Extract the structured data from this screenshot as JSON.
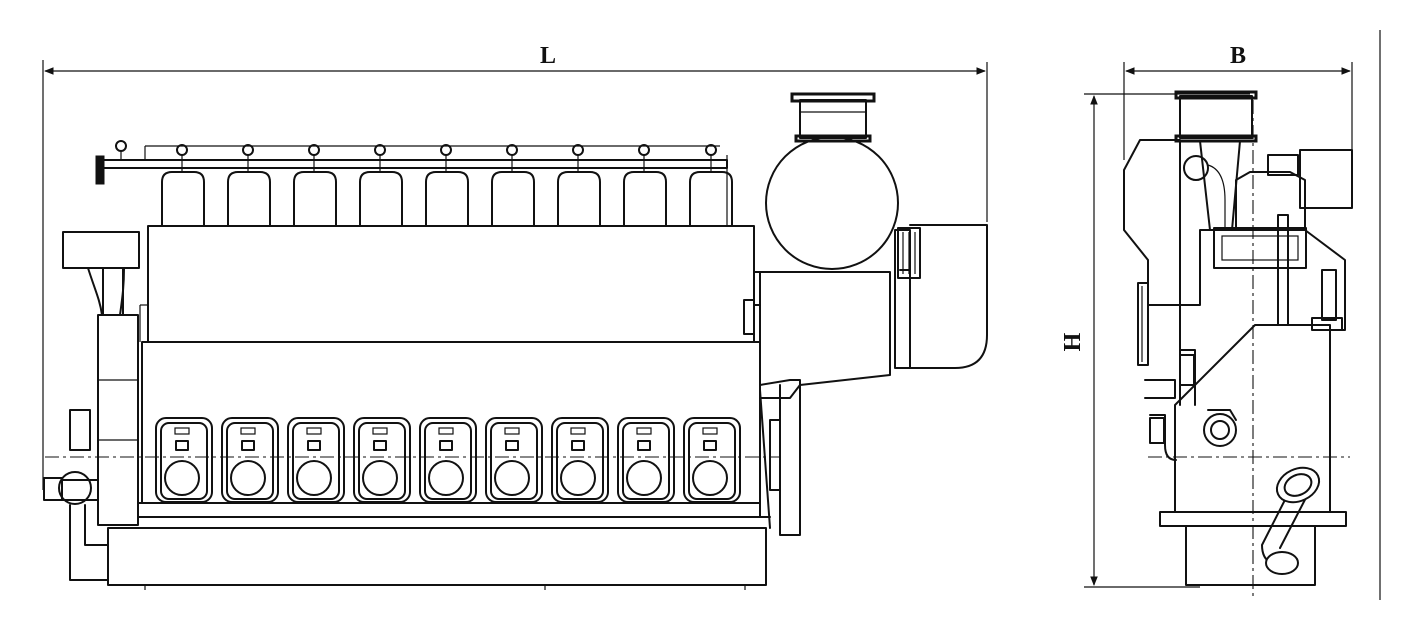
{
  "diagram": {
    "dimensions": {
      "length_label": "L",
      "width_label": "B",
      "height_label": "H"
    },
    "side_view": {
      "cylinder_count": 9
    },
    "colors": {
      "line": "#111111",
      "background": "#ffffff"
    }
  }
}
